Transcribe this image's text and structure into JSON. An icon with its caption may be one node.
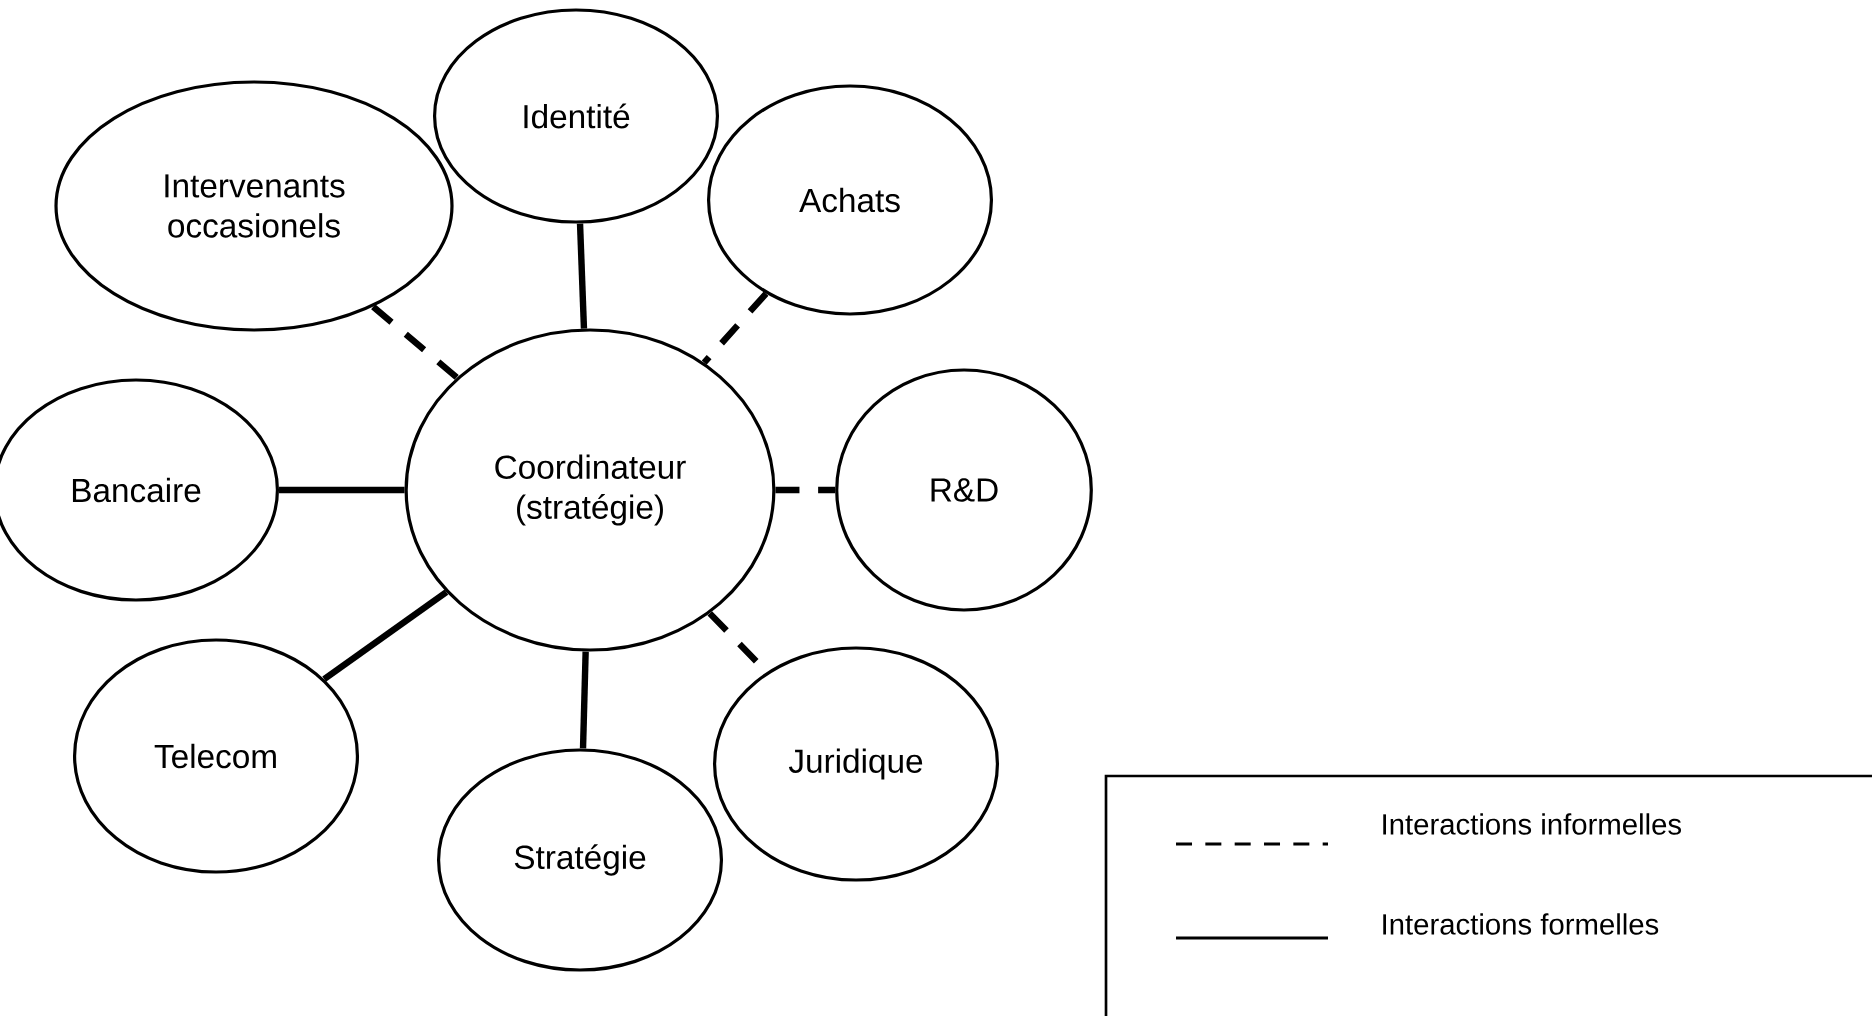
{
  "diagram": {
    "nodes": [
      {
        "text": [
          "Coordinateur (stratégie)"
        ]
      },
      {
        "text": [
          "Intervenants occasionels"
        ]
      },
      {
        "text": [
          "Identité"
        ]
      },
      {
        "text": [
          "Achats"
        ]
      },
      {
        "text": [
          "R&D"
        ]
      },
      {
        "text": [
          "Juridique"
        ]
      },
      {
        "text": [
          "Stratégie"
        ]
      },
      {
        "text": [
          "Telecom"
        ]
      },
      {
        "text": [
          "Bancaire"
        ]
      }
    ],
    "edges": [
      {
        "from": 1,
        "to": 0,
        "arrow": "none",
        "style": "dashed"
      },
      {
        "from": 2,
        "to": 0,
        "arrow": "none"
      },
      {
        "from": 3,
        "to": 0,
        "arrow": "none",
        "style": "dashed"
      },
      {
        "from": 0,
        "to": 4,
        "arrow": "none",
        "style": "dashed"
      },
      {
        "from": 0,
        "to": 5,
        "arrow": "none",
        "style": "dashed"
      },
      {
        "from": 0,
        "to": 6,
        "arrow": "none"
      },
      {
        "from": 0,
        "to": 7,
        "arrow": "none"
      },
      {
        "from": 8,
        "to": 0,
        "arrow": "none"
      }
    ],
    "legend": [
      {
        "text": "Interactions informelles"
      },
      {
        "text": "Interactions formelles"
      }
    ]
  }
}
